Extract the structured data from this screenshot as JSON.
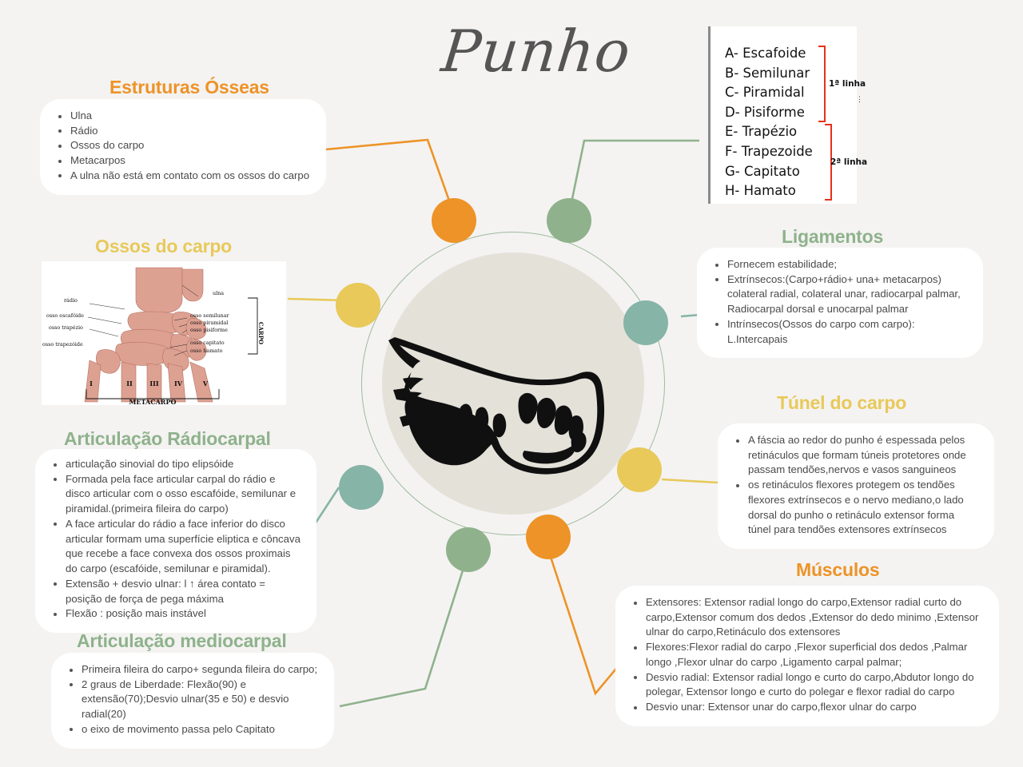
{
  "page": {
    "title": "Punho",
    "background": "#f4f3f2"
  },
  "colors": {
    "orange": "#ed9327",
    "yellow": "#e8c95a",
    "sage": "#8fb28c",
    "teal": "#86b4a7",
    "ring": "#9fbb9c",
    "center_fill": "#e4e1d9",
    "bracket_red": "#e8301a"
  },
  "legend": {
    "items": [
      "A- Escafoide",
      "B- Semilunar",
      "C- Piramidal",
      "D- Pisiforme",
      "E- Trapézio",
      "F- Trapezoide",
      "G- Capitato",
      "H- Hamato"
    ],
    "group1_label": "1ª linha",
    "group2_label": "2ª linha"
  },
  "bones_image": {
    "labels_left": [
      "rádio",
      "osso escafóide",
      "osso trapézio",
      "osso trapezóide"
    ],
    "labels_right": [
      "ulna",
      "osso semilunar",
      "osso piramidal",
      "osso pisiforme",
      "osso capitato",
      "osso hamato"
    ],
    "label_carpo": "CARPO",
    "label_metacarpo": "METACARPO",
    "numerals": [
      "I",
      "II",
      "III",
      "IV",
      "V"
    ]
  },
  "sections": {
    "estruturas_osseas": {
      "heading": "Estruturas Ósseas",
      "items": [
        "Ulna",
        "Rádio",
        "Ossos do carpo",
        "Metacarpos",
        "A ulna não está em contato com os ossos do carpo"
      ]
    },
    "ossos_do_carpo": {
      "heading": "Ossos do carpo"
    },
    "articulacao_radiocarpal": {
      "heading": "Articulação Rádiocarpal",
      "items": [
        "articulação sinovial do tipo elipsóide",
        " Formada pela face articular carpal do rádio e disco articular com o osso escafóide, semilunar e piramidal.(primeira fileira do carpo)",
        "A face articular do rádio a face inferior do disco articular formam uma superfície eliptica e côncava que recebe a face convexa dos ossos proximais do carpo (escafóide, semilunar e piramidal).",
        "Extensão + desvio ulnar: l ↑ área contato = posição de força de pega máxima",
        "Flexão : posição mais instável"
      ]
    },
    "articulacao_mediocarpal": {
      "heading": "Articulação mediocarpal",
      "items": [
        "Primeira fileira do carpo+ segunda fileira do carpo;",
        "2 graus de Liberdade: Flexão(90) e extensão(70);Desvio ulnar(35 e 50) e desvio radial(20)",
        "o eixo de movimento passa pelo Capitato"
      ]
    },
    "ligamentos": {
      "heading": "Ligamentos",
      "items": [
        "Fornecem estabilidade;",
        "Extrínsecos:(Carpo+rádio+ una+ metacarpos) colateral radial, colateral unar, radiocarpal palmar, Radiocarpal dorsal e unocarpal palmar",
        "Intrínsecos(Ossos do carpo com carpo): L.Intercapais"
      ]
    },
    "tunel_do_carpo": {
      "heading": "Túnel do carpo",
      "items": [
        "A fáscia ao redor do punho é espessada pelos retináculos que formam túneis protetores onde passam tendões,nervos e vasos sanguineos",
        "os retináculos flexores protegem os tendões flexores extrínsecos e o nervo mediano,o lado dorsal do punho o retináculo extensor forma túnel  para tendões extensores extrínsecos"
      ]
    },
    "musculos": {
      "heading": "Músculos",
      "items": [
        "Extensores: Extensor radial longo do carpo,Extensor radial curto do carpo,Extensor comum dos dedos ,Extensor do dedo minimo ,Extensor ulnar do carpo,Retináculo dos extensores",
        "Flexores:Flexor radial do carpo ,Flexor superficial dos dedos ,Palmar longo ,Flexor ulnar do carpo ,Ligamento carpal palmar;",
        "Desvio radial: Extensor radial longo e curto do carpo,Abdutor longo do polegar, Extensor longo e curto do polegar e flexor radial do carpo",
        "Desvio unar: Extensor unar do carpo,flexor ulnar do carpo"
      ]
    }
  }
}
